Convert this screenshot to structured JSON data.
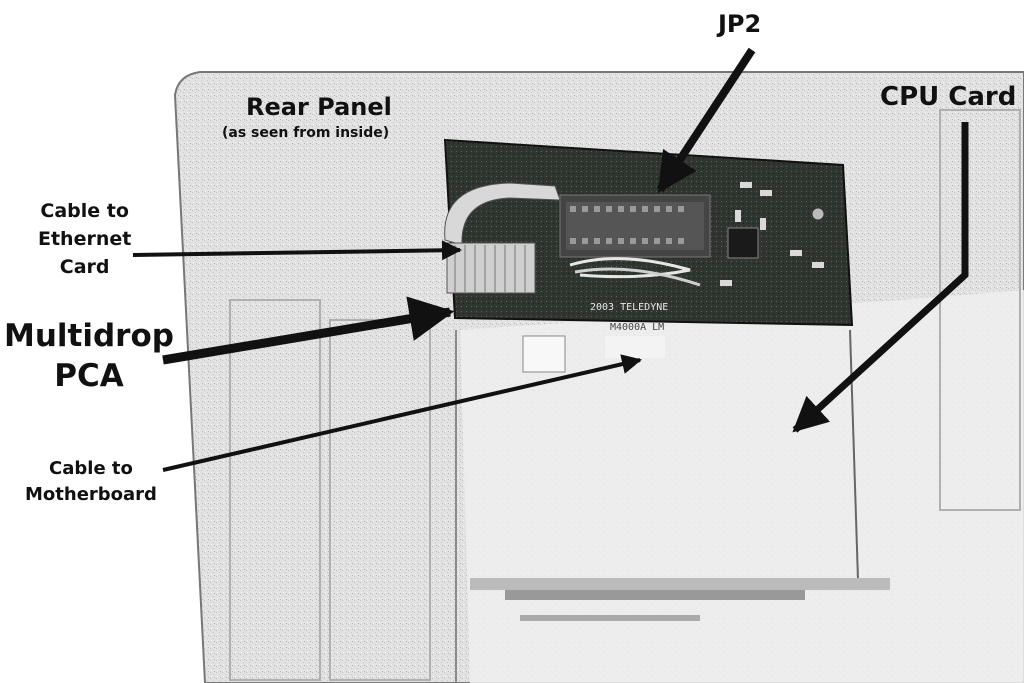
{
  "labels": {
    "jp2": "JP2",
    "cpu_card": "CPU Card",
    "rear_panel": "Rear Panel",
    "rear_panel_sub": "(as seen from inside)",
    "ethernet_line1": "Cable to",
    "ethernet_line2": "Ethernet",
    "ethernet_line3": "Card",
    "multidrop_line1": "Multidrop",
    "multidrop_line2": "PCA",
    "motherboard_line1": "Cable to",
    "motherboard_line2": "Motherboard"
  },
  "photo_silkscreen": {
    "board_brand": "2003 TELEDYNE",
    "part_number": "M4000A LM"
  },
  "colors": {
    "background": "#ffffff",
    "chassis": "#e4e4e4",
    "pcb": "#2c322c",
    "ink": "#111111"
  }
}
